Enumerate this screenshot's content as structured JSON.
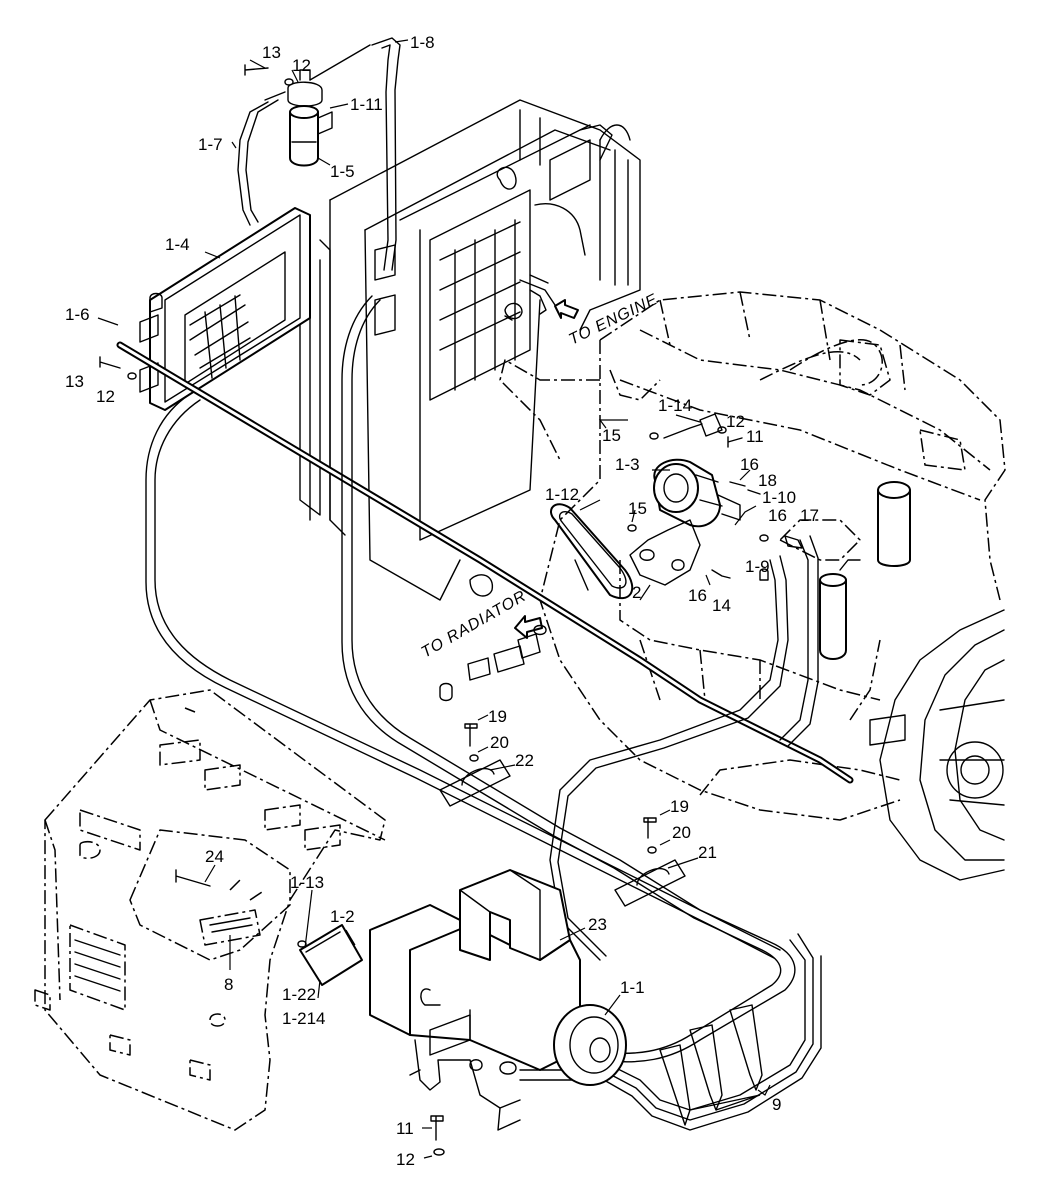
{
  "notes": {
    "to_engine": "TO ENGINE",
    "to_radiator": "TO RADIATOR"
  },
  "labels": [
    {
      "id": "1-8",
      "text": "1-8"
    },
    {
      "id": "13-top",
      "text": "13"
    },
    {
      "id": "12-top",
      "text": "12"
    },
    {
      "id": "1-11",
      "text": "1-11"
    },
    {
      "id": "1-7",
      "text": "1-7"
    },
    {
      "id": "1-5",
      "text": "1-5"
    },
    {
      "id": "1-4",
      "text": "1-4"
    },
    {
      "id": "1-6",
      "text": "1-6"
    },
    {
      "id": "13-left",
      "text": "13"
    },
    {
      "id": "12-left",
      "text": "12"
    },
    {
      "id": "1-14",
      "text": "1-14"
    },
    {
      "id": "12-mid",
      "text": "12"
    },
    {
      "id": "15-a",
      "text": "15"
    },
    {
      "id": "11-mid",
      "text": "11"
    },
    {
      "id": "1-3",
      "text": "1-3"
    },
    {
      "id": "16-a",
      "text": "16"
    },
    {
      "id": "18",
      "text": "18"
    },
    {
      "id": "1-10",
      "text": "1-10"
    },
    {
      "id": "1-12",
      "text": "1-12"
    },
    {
      "id": "15-b",
      "text": "15"
    },
    {
      "id": "16-b",
      "text": "16"
    },
    {
      "id": "17",
      "text": "17"
    },
    {
      "id": "1-9",
      "text": "1-9"
    },
    {
      "id": "2",
      "text": "2"
    },
    {
      "id": "16-c",
      "text": "16"
    },
    {
      "id": "14",
      "text": "14"
    },
    {
      "id": "19-a",
      "text": "19"
    },
    {
      "id": "20-a",
      "text": "20"
    },
    {
      "id": "22",
      "text": "22"
    },
    {
      "id": "19-b",
      "text": "19"
    },
    {
      "id": "20-b",
      "text": "20"
    },
    {
      "id": "21",
      "text": "21"
    },
    {
      "id": "24",
      "text": "24"
    },
    {
      "id": "1-13",
      "text": "1-13"
    },
    {
      "id": "1-2",
      "text": "1-2"
    },
    {
      "id": "23",
      "text": "23"
    },
    {
      "id": "8",
      "text": "8"
    },
    {
      "id": "1-22",
      "text": "1-22"
    },
    {
      "id": "1-214",
      "text": "1-214"
    },
    {
      "id": "1-1",
      "text": "1-1"
    },
    {
      "id": "9",
      "text": "9"
    },
    {
      "id": "11-bottom",
      "text": "11"
    },
    {
      "id": "12-bottom",
      "text": "12"
    }
  ]
}
